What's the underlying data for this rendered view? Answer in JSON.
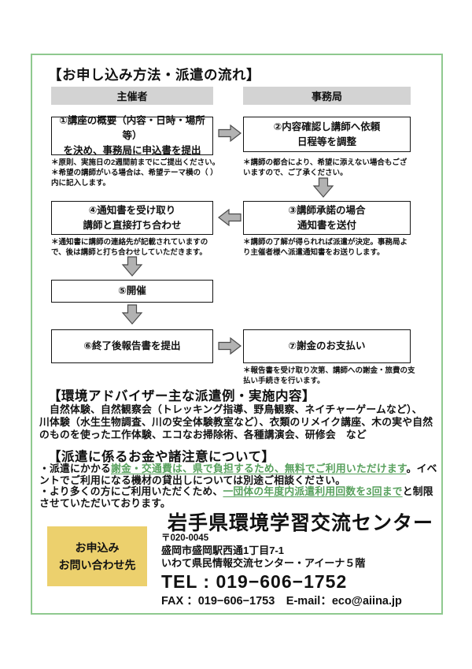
{
  "colors": {
    "border_green": "#8fc98f",
    "bar_gray": "#d3d3d3",
    "arrow_gray": "#b2b2b2",
    "highlight_green": "#57a05c",
    "yellow_box": "#ecd06d"
  },
  "title": "【お申し込み方法・派遣の流れ】",
  "flowchart": {
    "col_left": "主催者",
    "col_right": "事務局",
    "step1": {
      "label": "①講座の概要（内容・日時・場所等）\nを決め、事務局に申込書を提出",
      "note": "＊原則、実施日の2週間前までにご提出ください。\n＊希望の講師がいる場合は、希望テーマ横の（ ）\n内に記入します。"
    },
    "step2": {
      "label": "②内容確認し講師へ依頼\n日程等を調整",
      "note": "＊講師の都合により、希望に添えない場合もござ\nいますので、ご了承ください。"
    },
    "step3": {
      "label": "③講師承諾の場合\n通知書を送付",
      "note": "＊講師の了解が得られれば派遣が決定。事務局よ\nり主催者様へ派遣通知書をお送りします。"
    },
    "step4": {
      "label": "④通知書を受け取り\n講師と直接打ち合わせ",
      "note": "＊通知書に講師の連絡先が記載されていますの\nで、後は講師と打ち合わせしていただきます。"
    },
    "step5": {
      "label": "⑤開催"
    },
    "step6": {
      "label": "⑥終了後報告書を提出"
    },
    "step7": {
      "label": "⑦謝金のお支払い",
      "note": "＊報告書を受け取り次第、講師への謝金・旅費の支\n払い手続きを行います。"
    }
  },
  "examples": {
    "heading": "【環境アドバイザー主な派遣例・実施内容】",
    "body": "　自然体験、自然観察会（トレッキング指導、野鳥観察、ネイチャーゲームなど）、\n川体験（水生生物調査、川の安全体験教室など）、衣類のリメイク講座、木の実や自然\nのものを使った工作体験、エコなお掃除術、各種講演会、研修会　など"
  },
  "money": {
    "heading": "【派遣に係るお金や諸注意について】",
    "bullet1_pre": "・派遣にかかる",
    "bullet1_highlight": "謝金・交通費は、県で負担するため、無料でご利用いただけます",
    "bullet1_post": "。イベントでご利用になる機材の貸出しについては別途ご相談ください。",
    "bullet2_pre": "・より多くの方にご利用いただくため、",
    "bullet2_highlight": "一団体の年度内派遣利用回数を3回まで",
    "bullet2_post": "と制限させていただいております。"
  },
  "contact": {
    "apply_box_label": "お申込み\nお問い合わせ先",
    "org_name": "岩手県環境学習交流センター",
    "postal": "〒020-0045",
    "address1": "盛岡市盛岡駅西通1丁目7-1",
    "address2": "いわて県民情報交流センター・アイーナ５階",
    "tel": "TEL : 019−606−1752",
    "fax_email": "FAX ：019−606−1753　E-mail：eco@aiina.jp"
  }
}
